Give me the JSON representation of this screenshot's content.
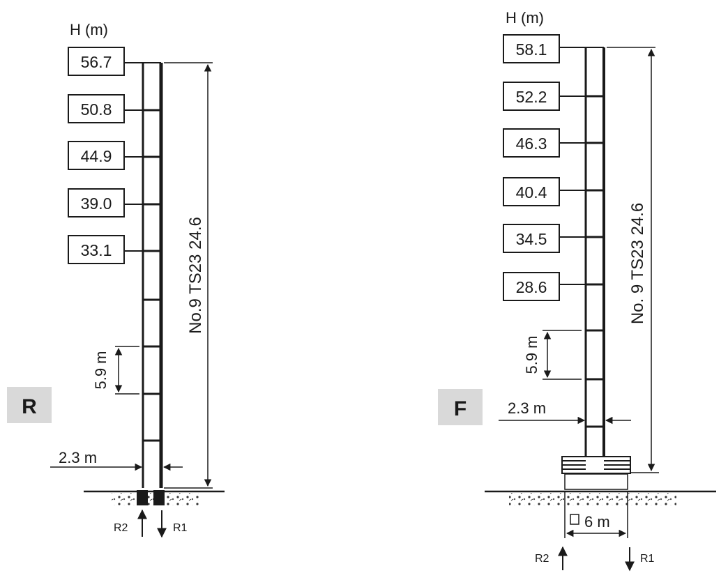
{
  "left": {
    "axis_label": "H (m)",
    "heights": [
      "56.7",
      "50.8",
      "44.9",
      "39.0",
      "33.1"
    ],
    "segment_label": "5.9 m",
    "width_label": "2.3 m",
    "tower_label": "No.9 TS23 24.6",
    "letter": "R",
    "reaction_left": "R2",
    "reaction_right": "R1"
  },
  "right": {
    "axis_label": "H (m)",
    "heights": [
      "58.1",
      "52.2",
      "46.3",
      "40.4",
      "34.5",
      "28.6"
    ],
    "segment_label": "5.9 m",
    "width_label": "2.3 m",
    "tower_label": "No. 9 TS23 24.6",
    "base_label": "6 m",
    "letter": "F",
    "reaction_left": "R2",
    "reaction_right": "R1"
  }
}
